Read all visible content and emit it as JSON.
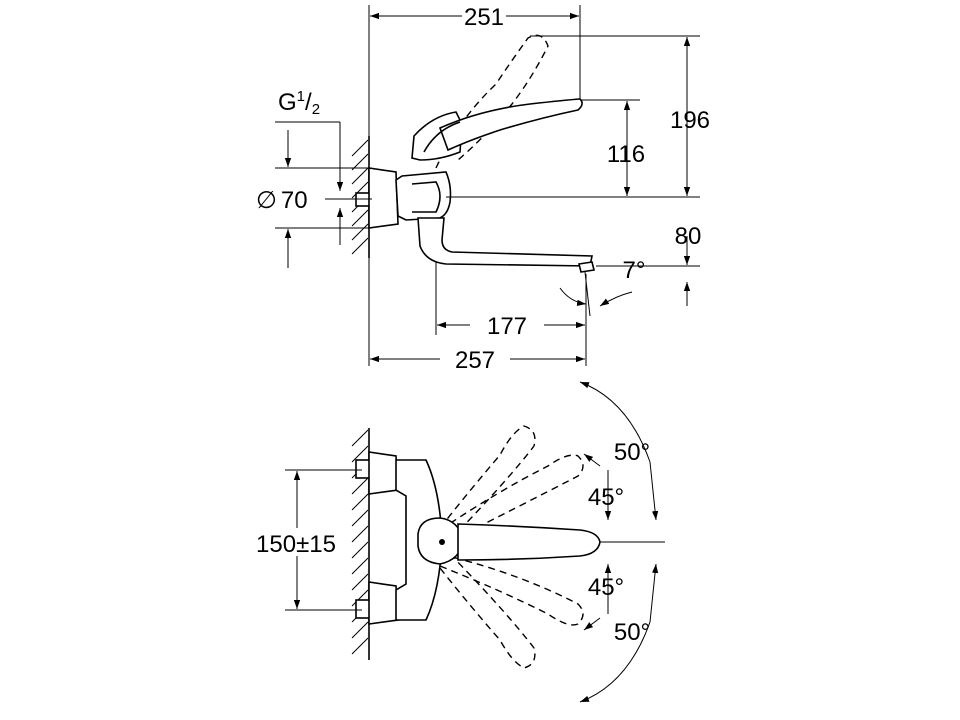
{
  "drawing": {
    "side_view": {
      "width_top": "251",
      "height_total": "196",
      "height_lever": "116",
      "height_spout": "80",
      "thread_main": "G",
      "thread_num": "1",
      "thread_slash": "/",
      "thread_den": "2",
      "diameter_symbol": "∅",
      "diameter_value": "70",
      "spout_angle": "7°",
      "spout_reach": "177",
      "width_bottom": "257"
    },
    "plan_view": {
      "connection_spacing": "150±15",
      "angle_upper_outer": "50°",
      "angle_upper_inner": "45°",
      "angle_lower_inner": "45°",
      "angle_lower_outer": "50°"
    }
  }
}
